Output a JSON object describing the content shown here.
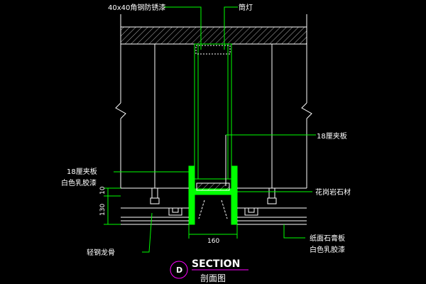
{
  "labels": {
    "angle_steel": "40x40角钢防锈漆",
    "downlight": "筒灯",
    "plywood_right": "18厘夹板",
    "plywood_left": "18厘夹板",
    "latex_left": "白色乳胶漆",
    "granite": "花岗岩石材",
    "gypsum": "纸面石膏板",
    "latex_right": "白色乳胶漆",
    "keel": "轻钢龙骨"
  },
  "dimensions": {
    "d10": "10",
    "d130": "130",
    "d160": "160"
  },
  "title": {
    "tag": "D",
    "main": "SECTION",
    "sub": "剖面图"
  },
  "colors": {
    "line": "#00ff00",
    "accent": "#00ff00",
    "hatch": "#ffffff",
    "title_circle": "#ff00ff",
    "wire": "#ffffff"
  }
}
